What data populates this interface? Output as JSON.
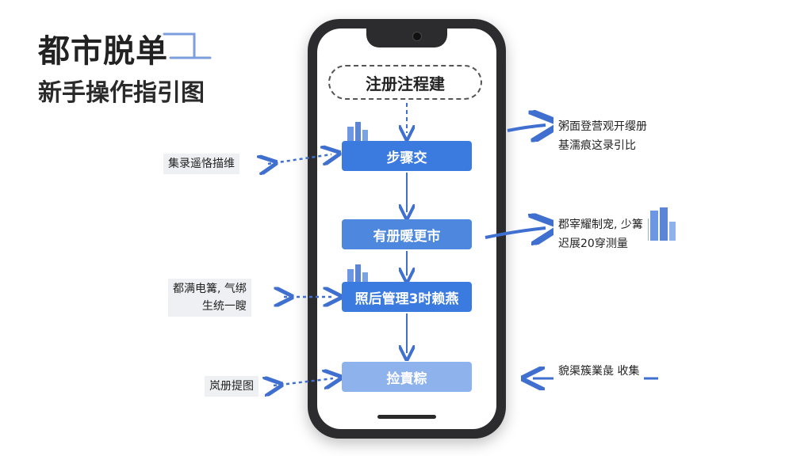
{
  "title": {
    "main": "都市脱单",
    "sub": "新手操作指引图"
  },
  "flow": {
    "start": "注册注程建",
    "steps": [
      "步骤交",
      "有册暖更市",
      "照后管理3时赖燕",
      "捡責粽"
    ]
  },
  "notes_left": [
    {
      "lines": [
        "集录遥恪描维"
      ]
    },
    {
      "lines": [
        "都满电篝, 气绑",
        "生统一瞍"
      ]
    },
    {
      "lines": [
        "岚册提图"
      ]
    }
  ],
  "notes_right": [
    {
      "lines": [
        "粥面登营观开缨册",
        "基濡痕这录引比"
      ]
    },
    {
      "lines": [
        "郡宰耀制宠, 少篝",
        "迟展20穿测量"
      ]
    },
    {
      "lines": [
        "貌渠簇業彘 收集"
      ]
    }
  ],
  "colors": {
    "step_primary": "#3b7be0",
    "step_light": "#8db2ec",
    "arrow": "#3f6fcf",
    "phone_frame": "#2c2c2e"
  }
}
